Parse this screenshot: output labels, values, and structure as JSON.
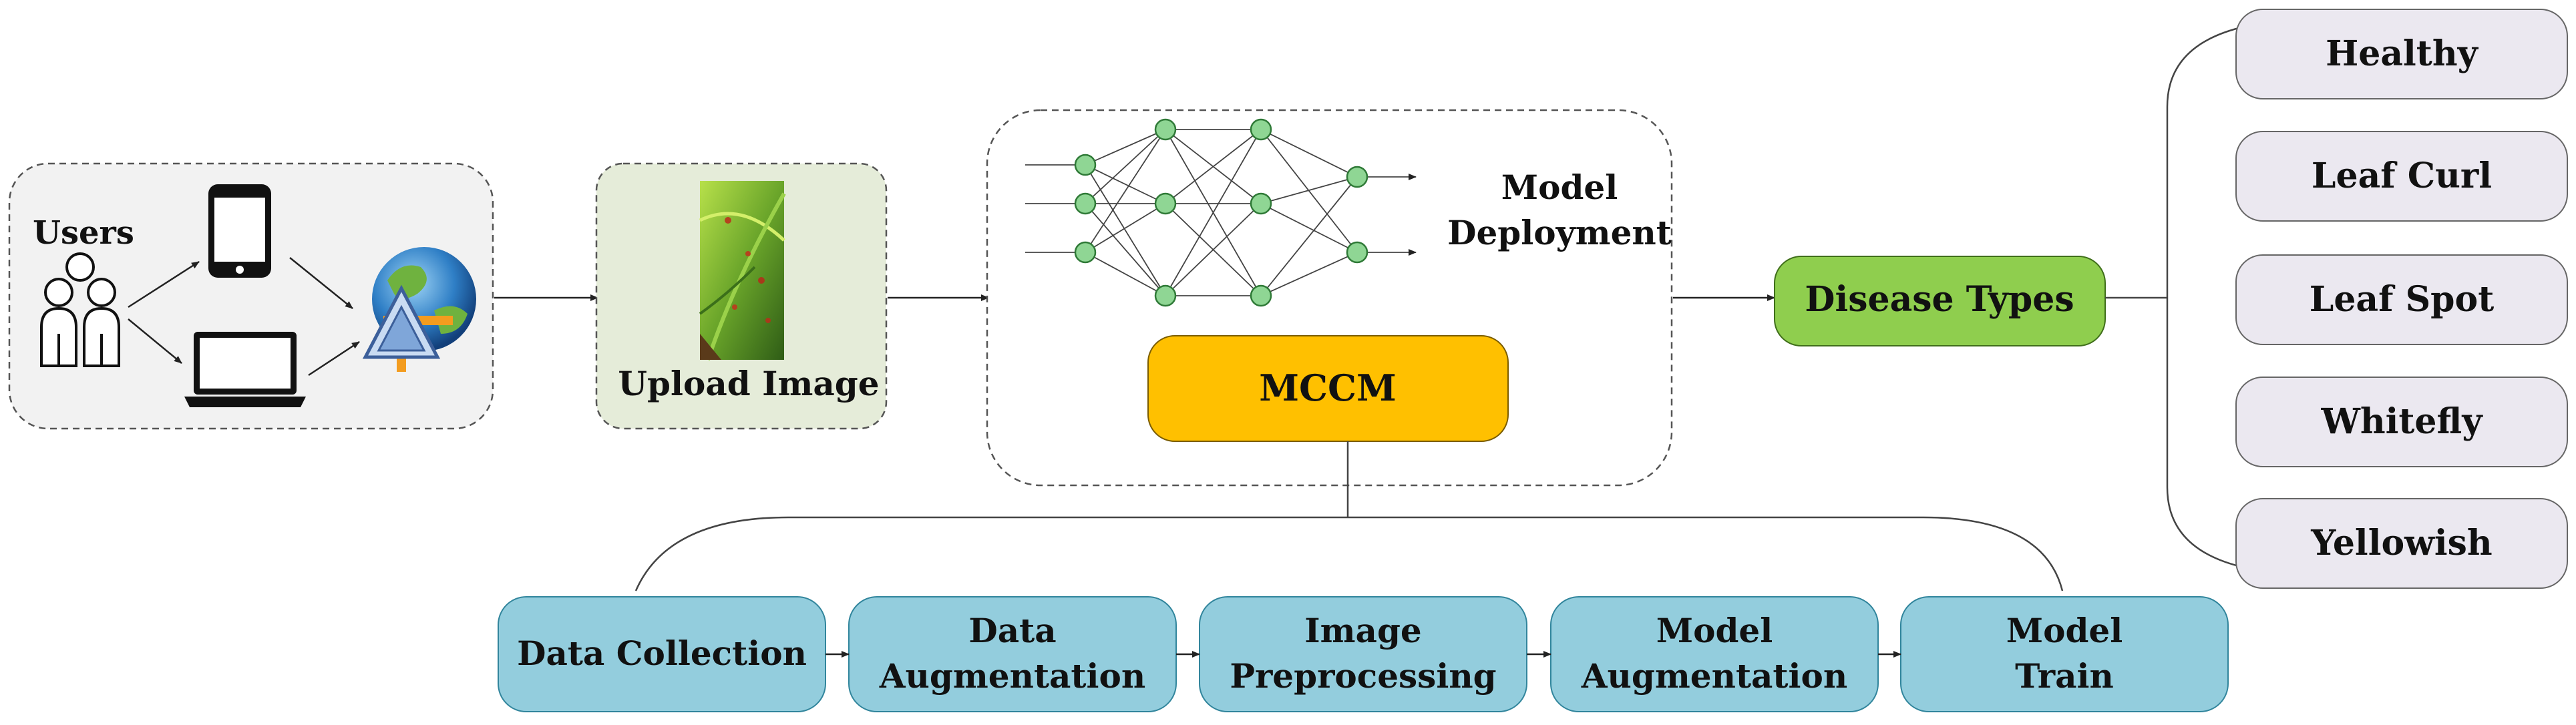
{
  "users_panel": {
    "label": "Users"
  },
  "upload_panel": {
    "label": "Upload Image"
  },
  "deployment_panel": {
    "label_line1": "Model",
    "label_line2": "Deployment",
    "mccm_label": "MCCM"
  },
  "disease_types": {
    "label": "Disease Types"
  },
  "disease_classes": [
    "Healthy",
    "Leaf Curl",
    "Leaf Spot",
    "Whitefly",
    "Yellowish"
  ],
  "pipeline_steps": [
    {
      "line1": "Data Collection",
      "line2": ""
    },
    {
      "line1": "Data",
      "line2": "Augmentation"
    },
    {
      "line1": "Image",
      "line2": "Preprocessing"
    },
    {
      "line1": "Model",
      "line2": "Augmentation"
    },
    {
      "line1": "Model",
      "line2": "Train"
    }
  ],
  "colors": {
    "users_panel_fill": "#f2f2f2",
    "upload_panel_fill": "#e5ecd9",
    "disease_types_fill": "#8fce4e",
    "mccm_fill": "#ffc000",
    "class_fill": "#ebe8f0",
    "pipeline_fill": "#93cddd",
    "node_fill": "#8fd694"
  },
  "icons": [
    "users-icon",
    "smartphone-icon",
    "laptop-icon",
    "globe-icon",
    "leaf-image",
    "neural-network-icon"
  ]
}
